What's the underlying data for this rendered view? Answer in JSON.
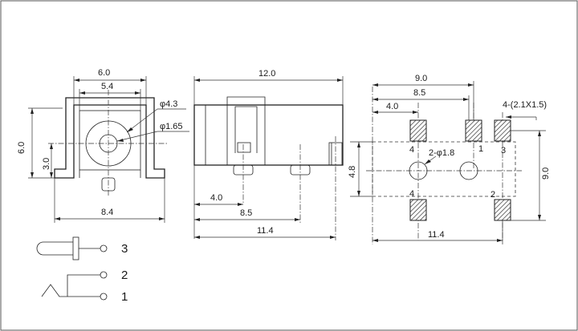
{
  "front_view": {
    "dim_width_outer": "6.0",
    "dim_width_inner": "5.4",
    "dim_height": "6.0",
    "dim_center_height": "3.0",
    "dim_base_width": "8.4",
    "label_outer_diameter": "φ4.3",
    "label_inner_diameter": "φ1.65"
  },
  "side_view": {
    "dim_length": "12.0",
    "dim_pin_a": "4.0",
    "dim_pin_b": "8.5",
    "dim_pin_c": "11.4"
  },
  "footprint": {
    "dim_top_outer": "9.0",
    "dim_top_mid": "8.5",
    "dim_top_inner": "4.0",
    "dim_pad_size": "4-(2.1X1.5)",
    "dim_hole_spacing": "4.8",
    "dim_holes": "2-φ1.8",
    "dim_right_height": "9.0",
    "dim_bottom_width": "11.4",
    "pad_labels": [
      "4",
      "1",
      "3",
      "4",
      "2"
    ]
  },
  "schematic": {
    "pin_labels": [
      "3",
      "2",
      "1"
    ]
  }
}
